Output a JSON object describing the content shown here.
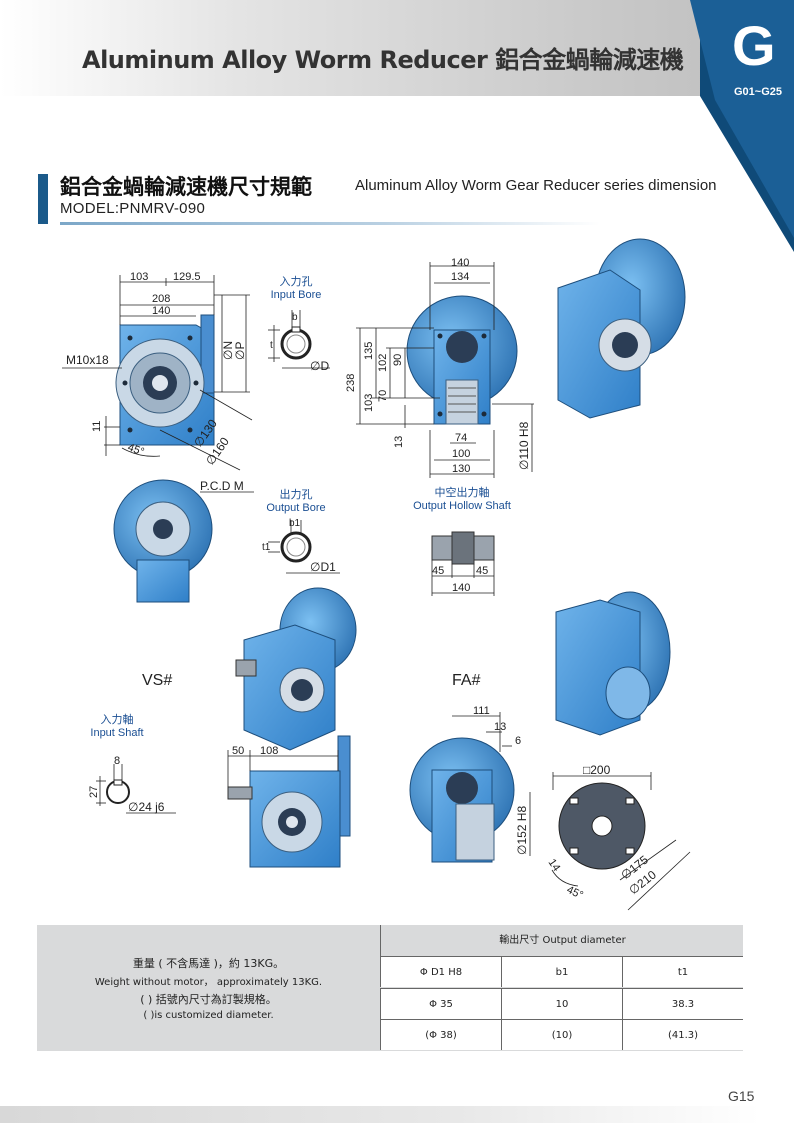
{
  "header": {
    "title": "Aluminum Alloy Worm Reducer 鋁合金蝸輪減速機",
    "tab_letter": "G",
    "tab_range": "G01~G25"
  },
  "section": {
    "title_cn": "鋁合金蝸輪減速機尺寸規範",
    "title_en": "Aluminum Alloy Worm Gear Reducer series dimension",
    "model": "MODEL:PNMRV-090"
  },
  "labels": {
    "input_bore_cn": "入力孔",
    "input_bore_en": "Input Bore",
    "output_bore_cn": "出力孔",
    "output_bore_en": "Output Bore",
    "hollow_shaft_cn": "中空出力軸",
    "hollow_shaft_en": "Output Hollow Shaft",
    "input_shaft_cn": "入力軸",
    "input_shaft_en": "Input Shaft",
    "vs": "VS#",
    "fa": "FA#",
    "pcd": "P.C.D M"
  },
  "dims": {
    "d103": "103",
    "d129_5": "129.5",
    "d208": "208",
    "d140a": "140",
    "m10x18": "M10x18",
    "d11": "11",
    "d45deg": "45°",
    "phi130": "∅130",
    "phi160": "∅160",
    "phiN": "∅N",
    "phiP": "∅P",
    "b": "b",
    "t": "t",
    "phiD": "∅D",
    "d140b": "140",
    "d134": "134",
    "d238": "238",
    "d135": "135",
    "d102": "102",
    "d90": "90",
    "d103b": "103",
    "d70": "70",
    "d13": "13",
    "d74": "74",
    "d100": "100",
    "d130": "130",
    "phi110H8": "∅110 H8",
    "b1": "b1",
    "t1": "t1",
    "phiD1": "∅D1",
    "d45a": "45",
    "d45b": "45",
    "d140c": "140",
    "d8": "8",
    "d27": "27",
    "phi24j6": "∅24 j6",
    "d50": "50",
    "d108": "108",
    "d111": "111",
    "d13b": "13",
    "d6": "6",
    "phi152H8": "∅152 H8",
    "sq200": "□200",
    "d14": "14",
    "d45deg2": "45°",
    "phi175": "∅175",
    "phi210": "∅210"
  },
  "info": {
    "weight_cn": "重量 ( 不含馬達 )，約 13KG。",
    "weight_en": "Weight without motor， approximately 13KG.",
    "custom_cn": "( ) 括號內尺寸為訂製規格。",
    "custom_en": "( )is customized diameter."
  },
  "table": {
    "caption": "輸出尺寸 Output diameter",
    "headers": [
      "Φ D1 H8",
      "b1",
      "t1"
    ],
    "rows": [
      [
        "Φ 35",
        "10",
        "38.3"
      ],
      [
        "(Φ 38)",
        "(10)",
        "(41.3)"
      ]
    ]
  },
  "footer": {
    "page": "G15"
  },
  "colors": {
    "accent": "#1b5a8a",
    "tab": "#0f4a78",
    "gear_blue": "#3d8fd6"
  }
}
